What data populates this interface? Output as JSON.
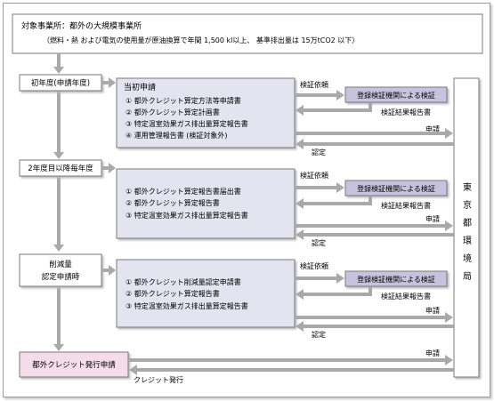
{
  "header": {
    "line1": "対象事業所：都外の大規模事業所",
    "line2": "（燃料・熱 および電気の使用量が原油換算で年間 1,500 kl以上、 基準排出量は 15万tCO2 以下）"
  },
  "phases": {
    "first": "初年度(申請年度)",
    "second": "2年度目以降毎年度",
    "third_line1": "削減量",
    "third_line2": "認定申請時",
    "final": "都外クレジット発行申請"
  },
  "blocks": {
    "first": {
      "title": "当初申請",
      "items": [
        "① 都外クレジット算定方法等申請書",
        "② 都外クレジット算定計画書",
        "③ 特定温室効果ガス排出量算定報告書",
        "④ 運用管理報告書 (検証対象外)"
      ]
    },
    "second": {
      "items": [
        "① 都外クレジット算定報告書届出書",
        "② 都外クレジット算定報告書",
        "③ 特定温室効果ガス排出量算定報告書"
      ]
    },
    "third": {
      "items": [
        "① 都外クレジット削減量認定申請書",
        "② 都外クレジット算定報告書",
        "③ 特定温室効果ガス排出量算定報告書"
      ]
    }
  },
  "flow": {
    "verify_request": "検証依頼",
    "verifier": "登録検証機関による検証",
    "verify_result": "検証結果報告書",
    "apply": "申請",
    "approve": "認定",
    "credit_issue": "クレジット発行"
  },
  "authority": [
    "東",
    "京",
    "都",
    "環",
    "境",
    "局"
  ],
  "colors": {
    "block_fill": "#e4e3f0",
    "verifier_fill": "#c7c3de",
    "final_fill": "#f4dcea",
    "arrow": "#a9a9a9",
    "border": "#7a7a7a"
  }
}
